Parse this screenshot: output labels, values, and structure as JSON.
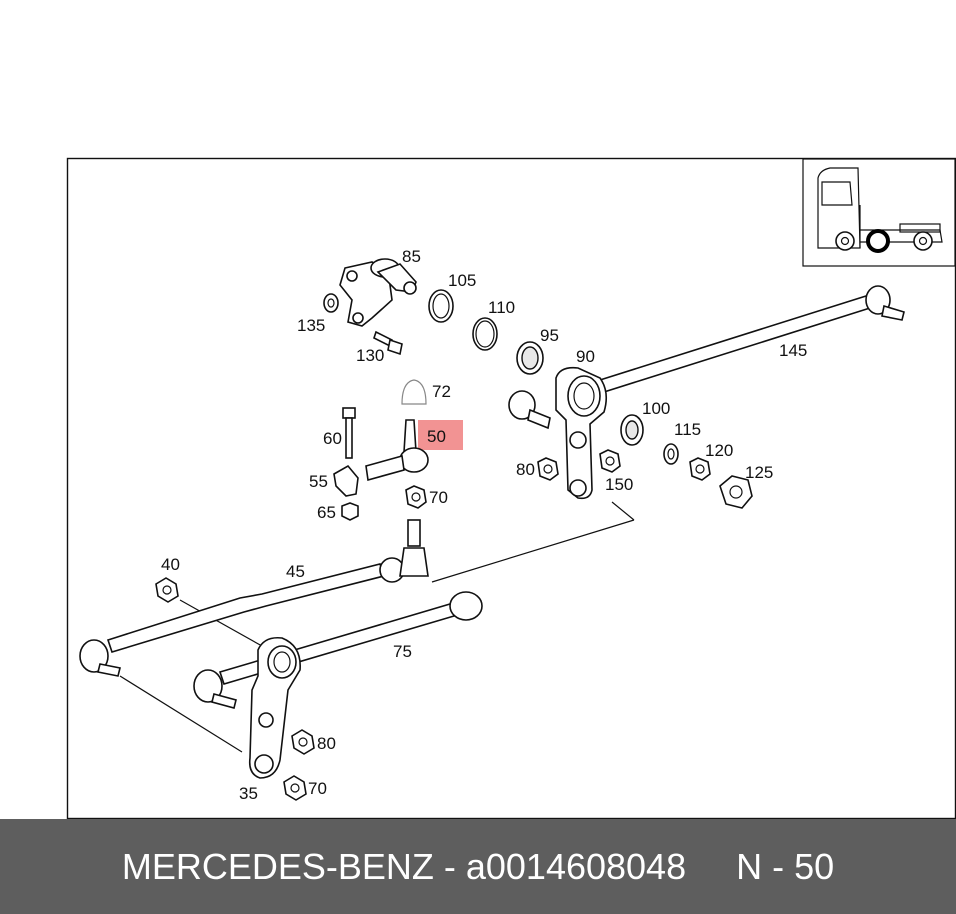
{
  "labels": {
    "p85": "85",
    "p105": "105",
    "p110": "110",
    "p95": "95",
    "p90": "90",
    "p135": "135",
    "p130": "130",
    "p145": "145",
    "p72": "72",
    "p50": "50",
    "p60": "60",
    "p100": "100",
    "p115": "115",
    "p120": "120",
    "p125": "125",
    "p80a": "80",
    "p150": "150",
    "p55": "55",
    "p70a": "70",
    "p65": "65",
    "p40": "40",
    "p45": "45",
    "p75": "75",
    "p80b": "80",
    "p70b": "70",
    "p35": "35"
  },
  "highlight": {
    "part": "50",
    "color": "#f08080"
  },
  "footer": {
    "brand": "MERCEDES-BENZ",
    "separator1": " - ",
    "part_number": "a0014608048",
    "separator2": "     ",
    "position": "N - 50"
  }
}
